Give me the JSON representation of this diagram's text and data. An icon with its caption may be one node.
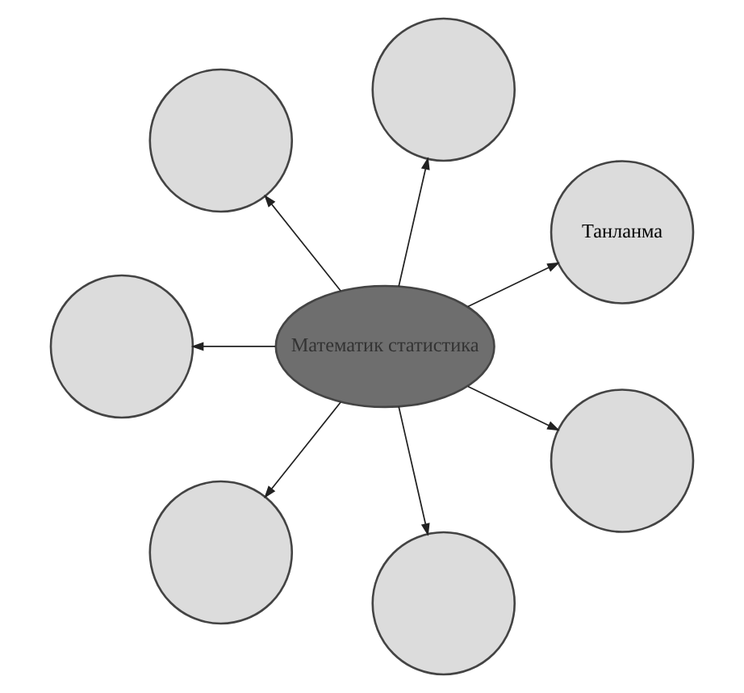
{
  "diagram": {
    "nodes": [
      {
        "text": [
          "Танланма"
        ]
      },
      {
        "text": [],
        "shape": "circle"
      },
      {
        "text": [],
        "shape": "circle"
      },
      {
        "text": [],
        "shape": "circle"
      },
      {
        "text": [
          "Математик статистика"
        ]
      },
      {
        "text": [],
        "shape": "circle"
      },
      {
        "text": [],
        "shape": "circle"
      },
      {
        "text": [],
        "shape": "circle"
      }
    ],
    "edges": [
      {
        "from": 4,
        "to": 0,
        "arrow": "to"
      },
      {
        "from": 4,
        "to": 2,
        "arrow": "to"
      },
      {
        "from": 4,
        "to": 5,
        "arrow": "to"
      },
      {
        "from": 4,
        "to": 7,
        "arrow": "to"
      },
      {
        "from": 4,
        "to": 6,
        "arrow": "to"
      },
      {
        "from": 4,
        "to": 3,
        "arrow": "to"
      },
      {
        "from": 4,
        "to": 1,
        "arrow": "to"
      }
    ]
  }
}
